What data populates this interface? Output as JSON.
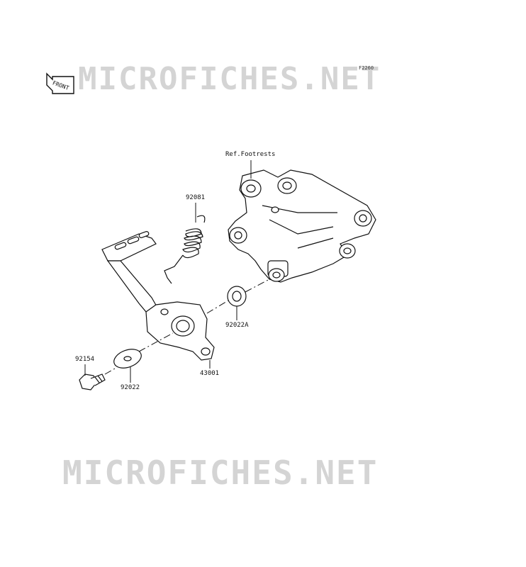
{
  "figure": {
    "code": "F2260",
    "front_label": "FRONT",
    "watermark_top": "MICROFICHES.NET",
    "watermark_bottom": "MICROFICHES.NET"
  },
  "callouts": {
    "ref_footrests": "Ref.Footrests",
    "spring": "92081",
    "washer_a": "92022A",
    "pedal": "43001",
    "bolt": "92154",
    "washer": "92022"
  }
}
